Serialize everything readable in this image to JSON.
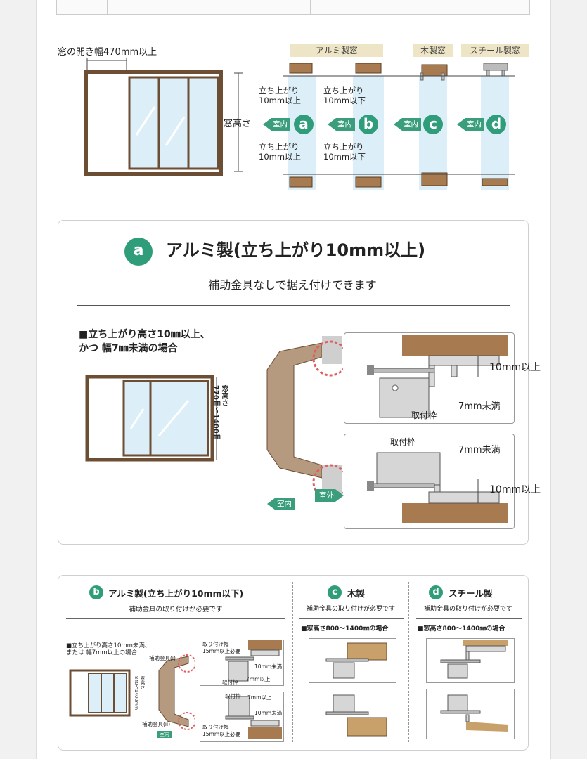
{
  "top_diagram": {
    "open_width_label": "窓の開き幅470mm以上",
    "window_height_label": "窓高さ",
    "frame_tags": {
      "aluminum": "アルミ製窓",
      "wood": "木製窓",
      "steel": "スチール製窓"
    },
    "columns": [
      {
        "letter": "a",
        "indoor": "室内",
        "top_note": "立ち上がり\n10mm以上",
        "bottom_note": "立ち上がり\n10mm以上"
      },
      {
        "letter": "b",
        "indoor": "室内",
        "top_note": "立ち上がり\n10mm以下",
        "bottom_note": "立ち上がり\n10mm以下"
      },
      {
        "letter": "c",
        "indoor": "室内"
      },
      {
        "letter": "d",
        "indoor": "室内"
      }
    ]
  },
  "section_a": {
    "badge": "a",
    "title": "アルミ製(立ち上がり10mm以上)",
    "subtitle": "補助金具なしで据え付けできます",
    "condition": "■立ち上がり高さ10㎜以上、\nかつ 幅7㎜未満の場合",
    "height_range": "窓高さ\n770㎜〜1400㎜",
    "detail_top": {
      "rise": "10mm以上",
      "width": "7mm未満",
      "frame": "取付枠"
    },
    "detail_bottom": {
      "rise": "10mm以上",
      "width": "7mm未満",
      "frame": "取付枠"
    },
    "indoor": "室内",
    "outdoor": "室外"
  },
  "section_bcd": {
    "b": {
      "badge": "b",
      "title": "アルミ製(立ち上がり10mm以下)",
      "subtitle": "補助金具の取り付けが必要です",
      "condition": "■立ち上がり高さ10mm未満、\nまたは 幅7mm以上の場合",
      "bracket_top": "補助金具(i)",
      "bracket_bottom": "補助金具(ii)",
      "height_range": "窓高さ\n840〜1400mm",
      "top_box": {
        "label1": "取り付け幅\n15mm以上必要",
        "rise": "10mm未満",
        "width": "7mm以上",
        "frame": "取付枠"
      },
      "bottom_box": {
        "frame": "取付枠",
        "width": "7mm以上",
        "rise": "10mm未満",
        "label1": "取り付け幅\n15mm以上必要"
      },
      "indoor": "室内"
    },
    "c": {
      "badge": "c",
      "title": "木製",
      "subtitle": "補助金具の取り付けが必要です",
      "condition": "■窓高さ800〜1400㎜の場合"
    },
    "d": {
      "badge": "d",
      "title": "スチール製",
      "subtitle": "補助金具の取り付けが必要です",
      "condition": "■窓高さ800〜1400㎜の場合"
    }
  },
  "colors": {
    "accent": "#2f9c7a",
    "frame_brown": "#7a5a3c",
    "tag_bg": "#ede5c5",
    "glass": "#dceef8"
  }
}
